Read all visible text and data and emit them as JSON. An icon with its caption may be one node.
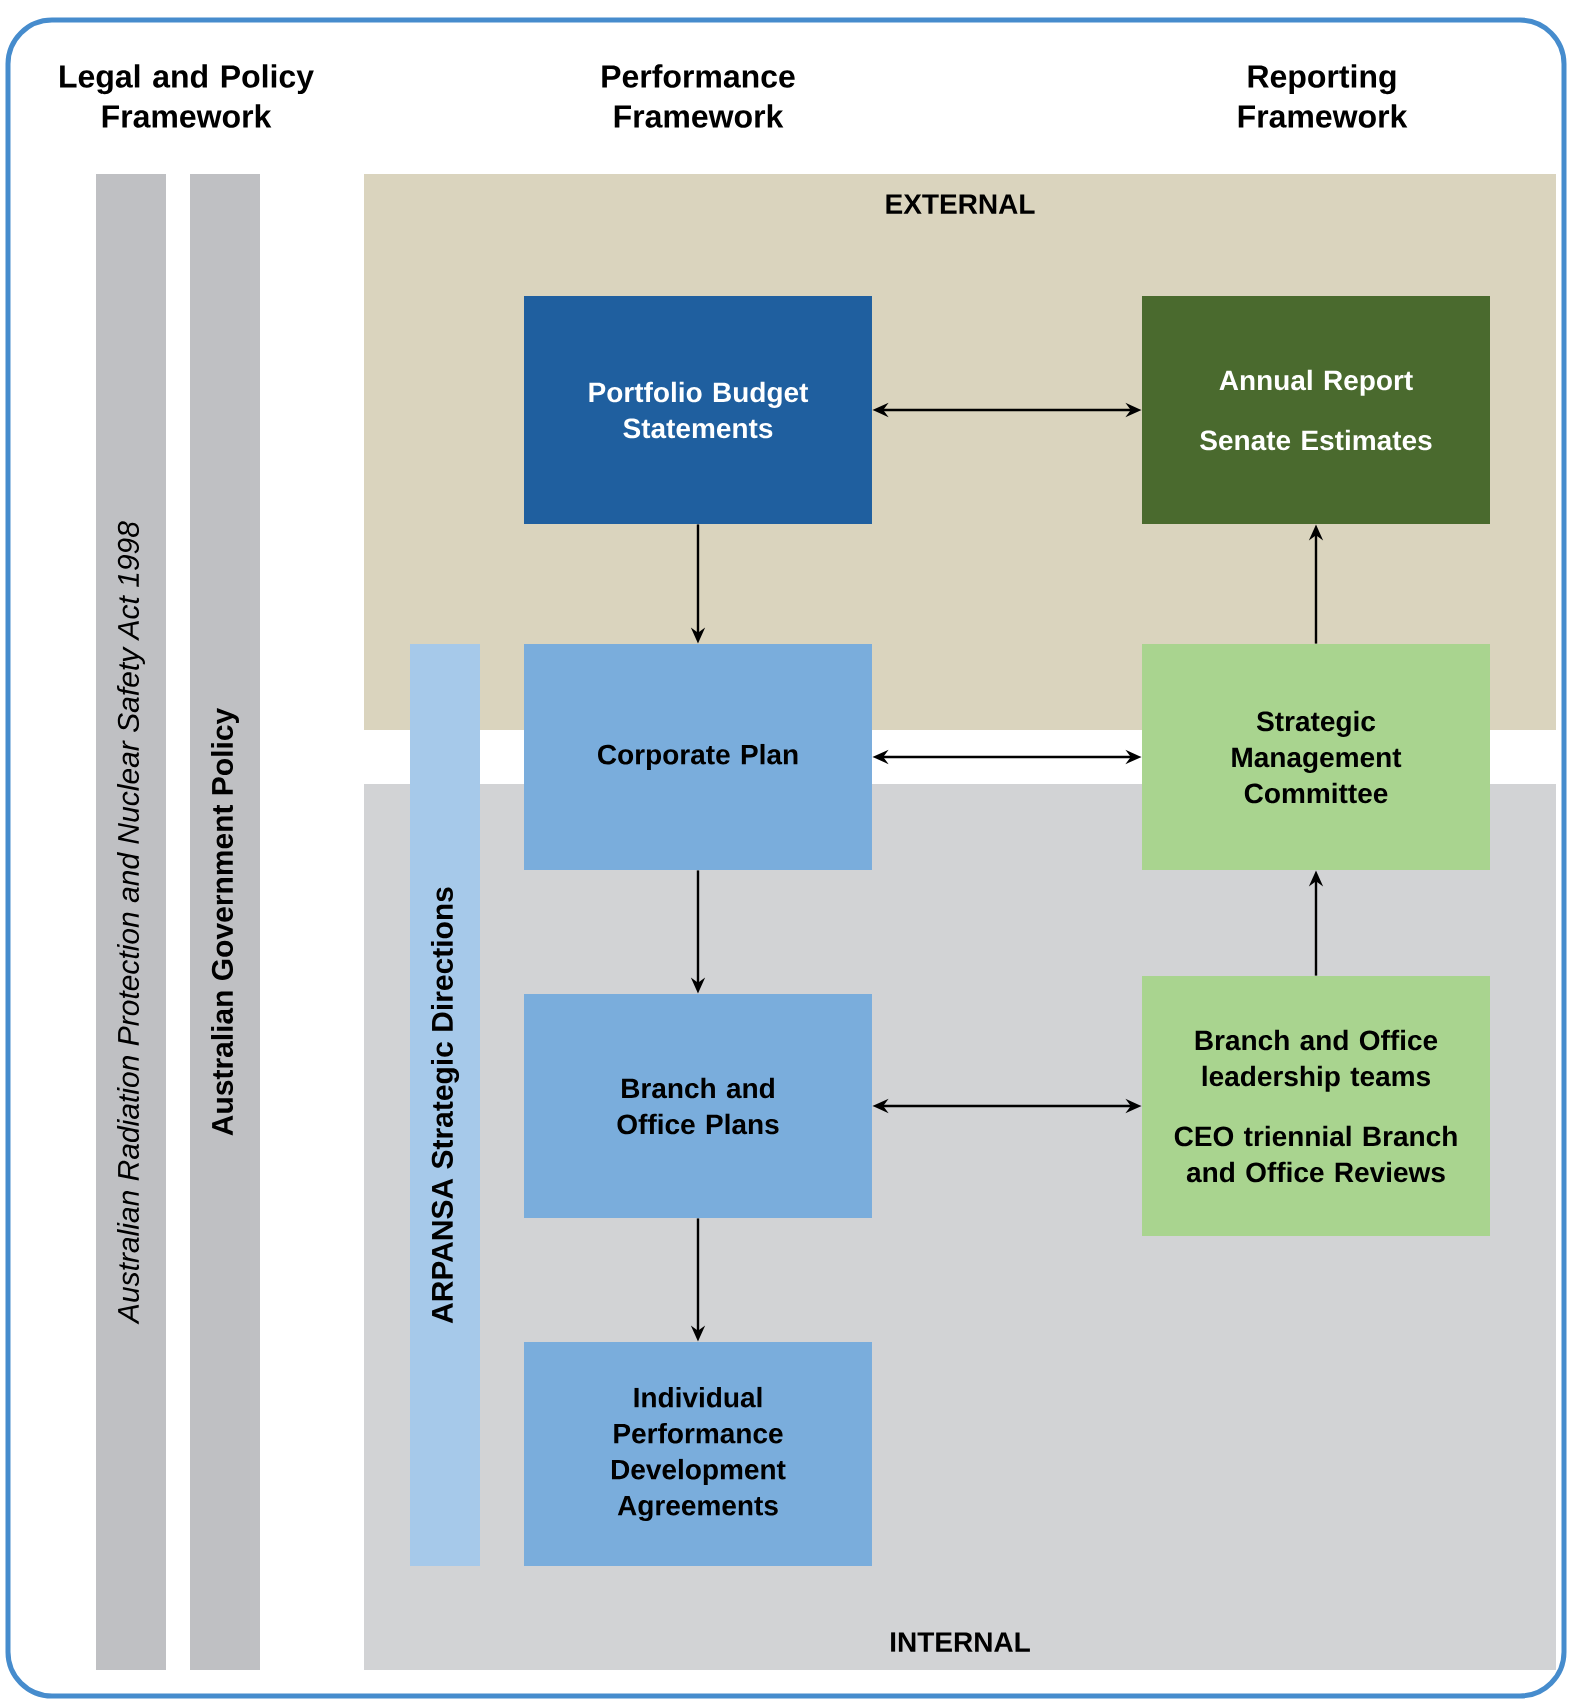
{
  "diagram": {
    "nodes": [
      {
        "text": [
          "Australian Radiation Protection and Nuclear Safety Act 1998"
        ]
      },
      {
        "text": [
          "Australian Government Policy"
        ]
      },
      {
        "text": [
          "EXTERNAL"
        ]
      },
      {
        "text": [
          "INTERNAL"
        ]
      },
      {
        "text": [
          "ARPANSA Strategic Directions"
        ]
      },
      {
        "text": [
          "Portfolio Budget Statements"
        ],
        "in": 2
      },
      {
        "text": [
          "Annual Report",
          "Senate Estimates"
        ],
        "in": 2
      },
      {
        "text": [
          "Corporate Plan"
        ]
      },
      {
        "text": [
          "Strategic Management Committee"
        ]
      },
      {
        "text": [
          "Branch and Office Plans"
        ],
        "in": 3
      },
      {
        "text": [
          "Branch and Office leadership teams",
          "CEO triennial Branch and Office Reviews"
        ],
        "in": 3
      },
      {
        "text": [
          "Individual Performance Development Agreements"
        ],
        "in": 3
      }
    ],
    "edges": [
      {
        "from": 5,
        "to": 6,
        "arrow": "both"
      },
      {
        "from": 5,
        "to": 7,
        "arrow": "to"
      },
      {
        "from": 7,
        "to": 8,
        "arrow": "both"
      },
      {
        "from": 8,
        "to": 6,
        "arrow": "to"
      },
      {
        "from": 7,
        "to": 9,
        "arrow": "to"
      },
      {
        "from": 9,
        "to": 10,
        "arrow": "both"
      },
      {
        "from": 10,
        "to": 8,
        "arrow": "to"
      },
      {
        "from": 9,
        "to": 11,
        "arrow": "to"
      }
    ],
    "labels": [
      "Legal and Policy Framework",
      "Performance Framework",
      "Reporting Framework"
    ]
  }
}
